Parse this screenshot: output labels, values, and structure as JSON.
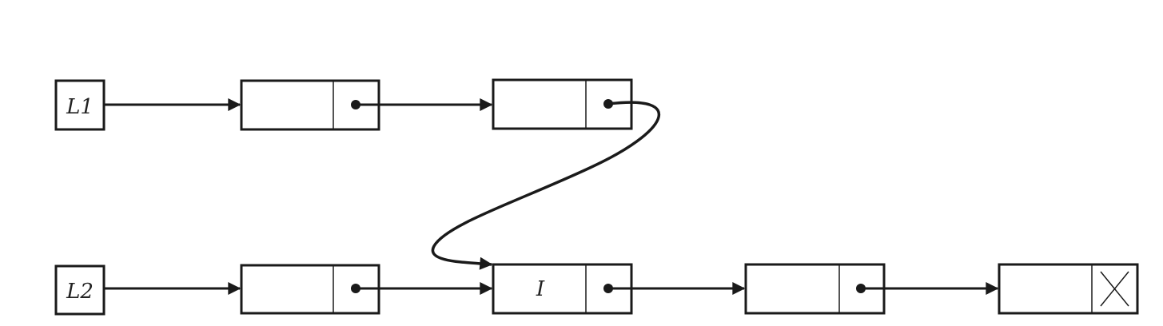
{
  "diagram": {
    "type": "linked-list-intersection",
    "heads": [
      {
        "id": "l1",
        "label": "L1"
      },
      {
        "id": "l2",
        "label": "L2"
      }
    ],
    "shared_node_label": "I",
    "null_terminator_icon": "null-x-icon",
    "colors": {
      "stroke": "#1a1a1a",
      "background": "#ffffff"
    }
  }
}
